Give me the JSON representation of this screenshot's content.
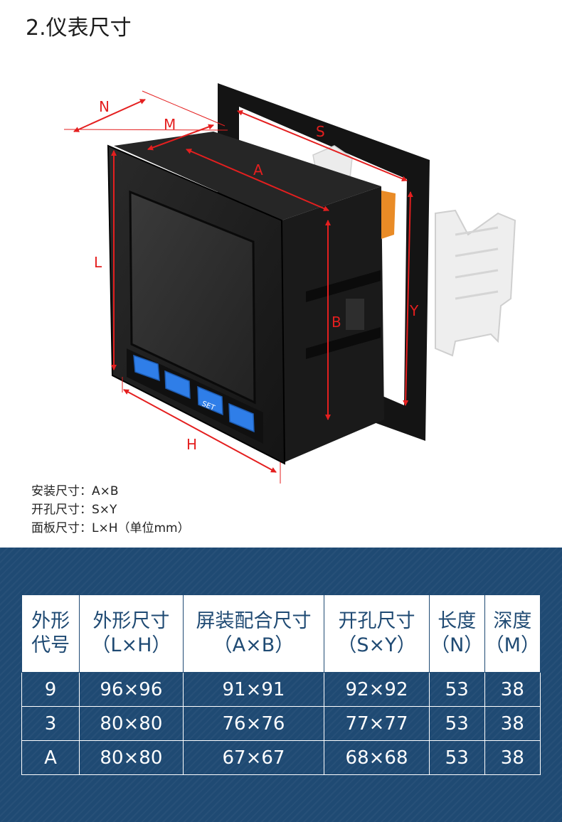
{
  "page": {
    "title": "2.仪表尺寸"
  },
  "diagram": {
    "labels": {
      "N": "N",
      "M": "M",
      "S": "S",
      "A": "A",
      "L": "L",
      "B": "B",
      "Y": "Y",
      "H": "H"
    },
    "button_set": "SET"
  },
  "specs": {
    "install": "安装尺寸：A×B",
    "cutout": "开孔尺寸：S×Y",
    "panel": "面板尺寸：L×H（单位mm）"
  },
  "table": {
    "headers": [
      {
        "line1": "外形",
        "line2": "代号"
      },
      {
        "line1": "外形尺寸",
        "line2": "（L×H）"
      },
      {
        "line1": "屏装配合尺寸",
        "line2": "（A×B）"
      },
      {
        "line1": "开孔尺寸",
        "line2": "（S×Y）"
      },
      {
        "line1": "长度",
        "line2": "（N）"
      },
      {
        "line1": "深度",
        "line2": "（M）"
      }
    ],
    "rows": [
      [
        "9",
        "96×96",
        "91×91",
        "92×92",
        "53",
        "38"
      ],
      [
        "3",
        "80×80",
        "76×76",
        "77×77",
        "53",
        "38"
      ],
      [
        "A",
        "80×80",
        "67×67",
        "68×68",
        "53",
        "38"
      ]
    ]
  },
  "colors": {
    "dimension_red": "#e41f1f",
    "panel_blue": "#1f4a73",
    "button_blue": "#2f7ee8"
  }
}
